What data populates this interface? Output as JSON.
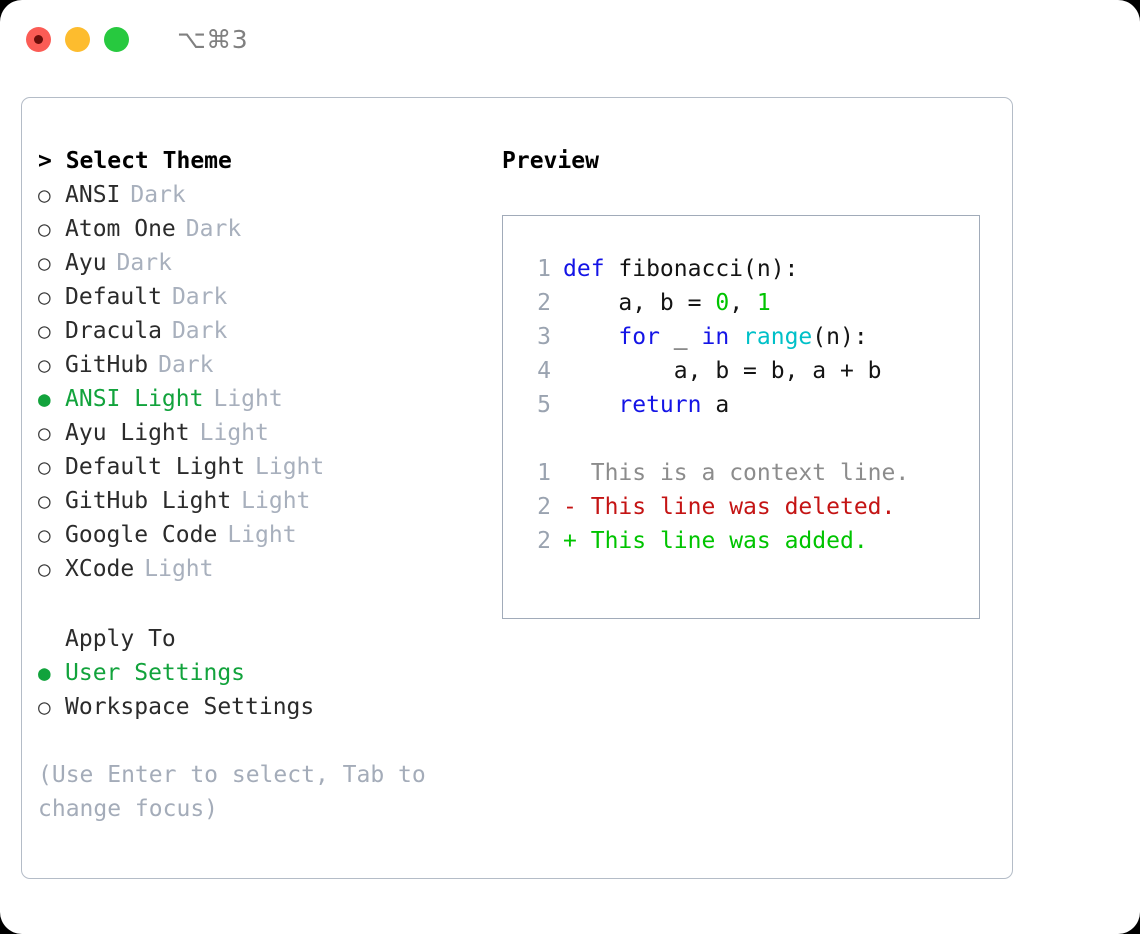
{
  "titlebar": {
    "shortcut": "⌥⌘3",
    "lights": [
      {
        "name": "close",
        "color": "#fb5c55"
      },
      {
        "name": "minimize",
        "color": "#fdbc2e"
      },
      {
        "name": "maximize",
        "color": "#27c93f"
      }
    ]
  },
  "theme_picker": {
    "header": "> Select Theme",
    "items": [
      {
        "marker": "○",
        "name": "ANSI",
        "variant": "Dark",
        "selected": false
      },
      {
        "marker": "○",
        "name": "Atom One",
        "variant": "Dark",
        "selected": false
      },
      {
        "marker": "○",
        "name": "Ayu",
        "variant": "Dark",
        "selected": false
      },
      {
        "marker": "○",
        "name": "Default",
        "variant": "Dark",
        "selected": false
      },
      {
        "marker": "○",
        "name": "Dracula",
        "variant": "Dark",
        "selected": false
      },
      {
        "marker": "○",
        "name": "GitHub",
        "variant": "Dark",
        "selected": false
      },
      {
        "marker": "●",
        "name": "ANSI Light",
        "variant": "Light",
        "selected": true
      },
      {
        "marker": "○",
        "name": "Ayu Light",
        "variant": "Light",
        "selected": false
      },
      {
        "marker": "○",
        "name": "Default Light",
        "variant": "Light",
        "selected": false
      },
      {
        "marker": "○",
        "name": "GitHub Light",
        "variant": "Light",
        "selected": false
      },
      {
        "marker": "○",
        "name": "Google Code",
        "variant": "Light",
        "selected": false
      },
      {
        "marker": "○",
        "name": "XCode",
        "variant": "Light",
        "selected": false
      }
    ]
  },
  "apply_to": {
    "header": "Apply To",
    "options": [
      {
        "marker": "●",
        "label": "User Settings",
        "selected": true
      },
      {
        "marker": "○",
        "label": "Workspace Settings",
        "selected": false
      }
    ]
  },
  "hint": "(Use Enter to select, Tab to change focus)",
  "preview": {
    "title": "Preview",
    "code": [
      {
        "num": "1",
        "text": "def fibonacci(n):"
      },
      {
        "num": "2",
        "text": "    a, b = 0, 1"
      },
      {
        "num": "3",
        "text": "    for _ in range(n):"
      },
      {
        "num": "4",
        "text": "        a, b = b, a + b"
      },
      {
        "num": "5",
        "text": "    return a"
      }
    ],
    "diff": [
      {
        "num": "1",
        "marker": " ",
        "text": "This is a context line.",
        "kind": "context"
      },
      {
        "num": "2",
        "marker": "-",
        "text": "This line was deleted.",
        "kind": "deleted"
      },
      {
        "num": "2",
        "marker": "+",
        "text": "This line was added.",
        "kind": "added"
      }
    ]
  },
  "colors": {
    "accent_green": "#12a33c",
    "keyword_blue": "#1414e6",
    "function_cyan": "#00c0c8",
    "number_green": "#00c400",
    "diff_deleted_red": "#c41414",
    "diff_added_green": "#00c400",
    "muted_gray": "#a8b0bd",
    "border": "#b4bcc7"
  }
}
